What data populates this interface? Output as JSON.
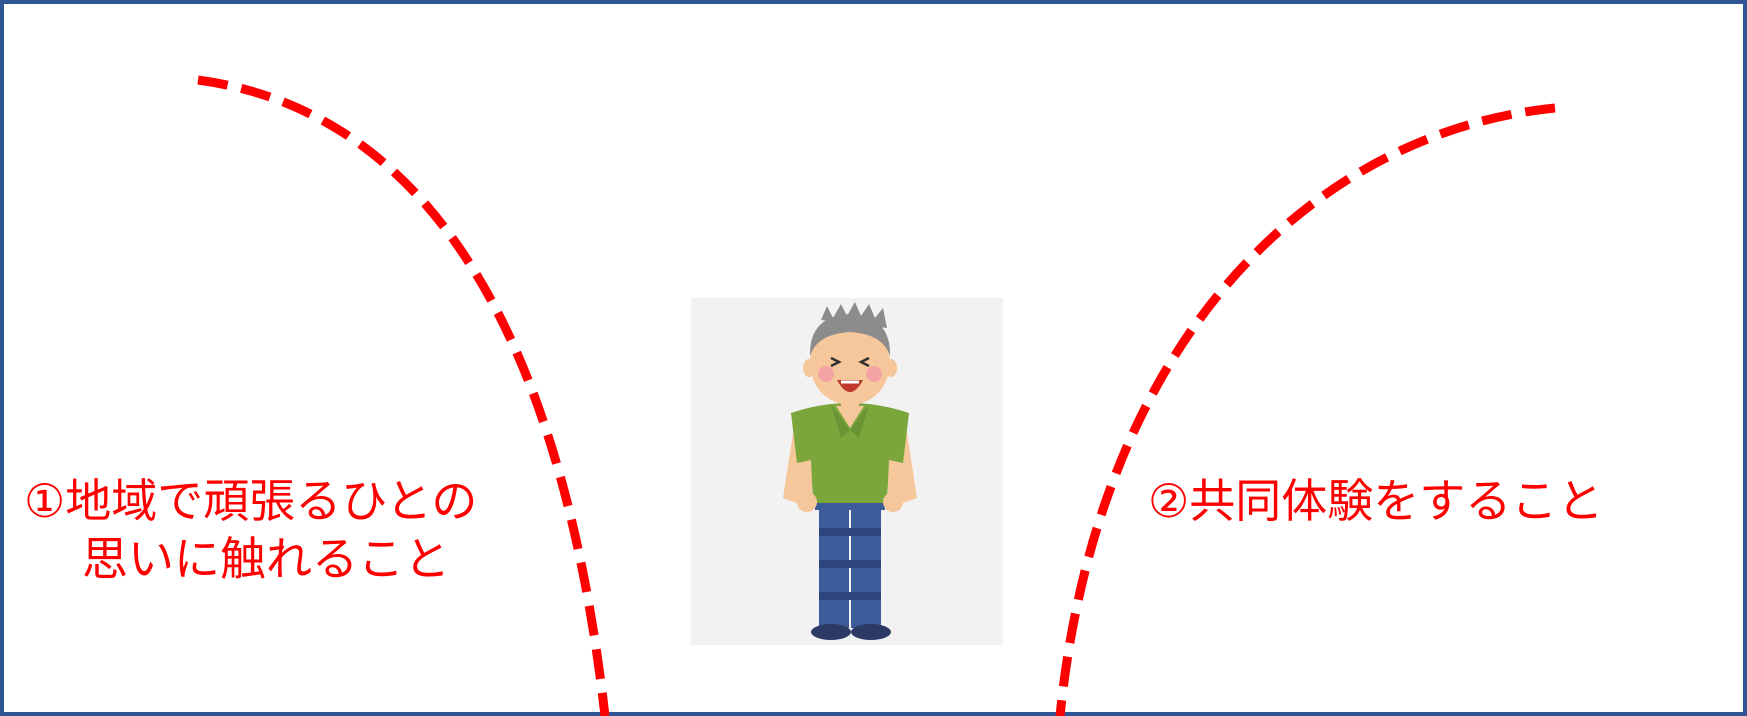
{
  "left_label": {
    "line1": "①地域で頑張るひとの",
    "line2": "思いに触れること"
  },
  "right_label": {
    "text": "②共同体験をすること"
  },
  "colors": {
    "border": "#2f5597",
    "arc": "#ff0000",
    "text": "#ff0000",
    "illustration_bg": "#f2f2f2",
    "shirt": "#7aa63c",
    "pants": "#3d5a99",
    "skin": "#f6c79a",
    "hair": "#8c8c8c"
  },
  "illustration": {
    "icon": "smiling-grandpa-illustration"
  }
}
